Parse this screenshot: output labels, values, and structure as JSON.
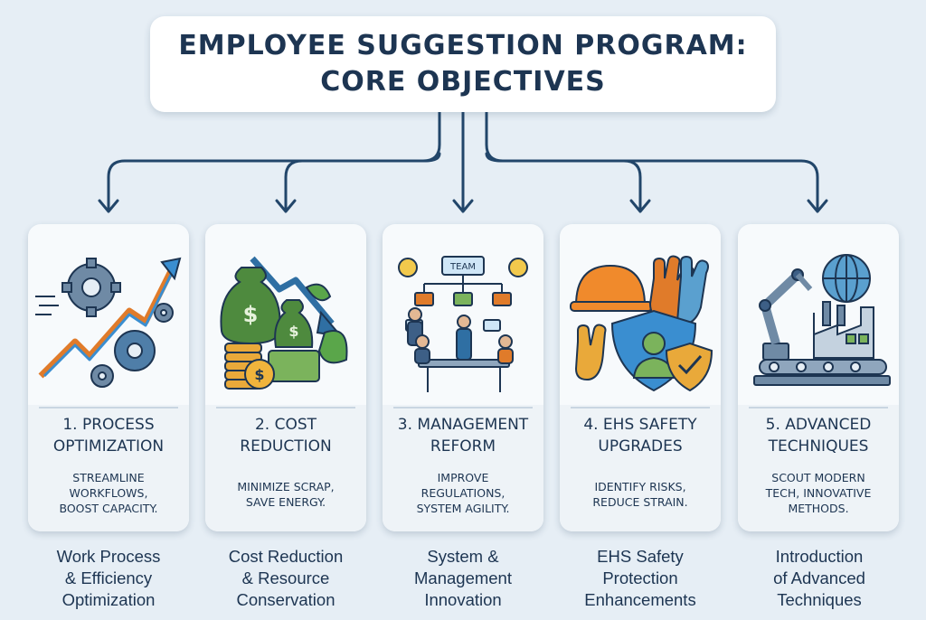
{
  "header": {
    "title_line1": "EMPLOYEE SUGGESTION PROGRAM:",
    "title_line2": "CORE OBJECTIVES"
  },
  "colors": {
    "navy": "#1d3552",
    "green": "#4e8a3e",
    "orange": "#e07b2a",
    "blue": "#2f6fa3",
    "background": "#e6eef5"
  },
  "cards": [
    {
      "title_line1": "1. PROCESS",
      "title_line2": "OPTIMIZATION",
      "desc_line1": "STREAMLINE",
      "desc_line2": "WORKFLOWS,",
      "desc_line3": "BOOST CAPACITY.",
      "caption_line1": "Work Process",
      "caption_line2": "& Efficiency",
      "caption_line3": "Optimization",
      "icon": "gears-growth-arrow-icon"
    },
    {
      "title_line1": "2. COST",
      "title_line2": "REDUCTION",
      "desc_line1": "MINIMIZE SCRAP,",
      "desc_line2": "SAVE ENERGY.",
      "desc_line3": "",
      "caption_line1": "Cost Reduction",
      "caption_line2": "& Resource",
      "caption_line3": "Conservation",
      "icon": "money-bags-leaf-icon"
    },
    {
      "title_line1": "3. MANAGEMENT",
      "title_line2": "REFORM",
      "desc_line1": "IMPROVE",
      "desc_line2": "REGULATIONS,",
      "desc_line3": "SYSTEM AGILITY.",
      "caption_line1": "System &",
      "caption_line2": "Management",
      "caption_line3": "Innovation",
      "icon": "team-meeting-org-chart-icon",
      "illus_label": "TEAM"
    },
    {
      "title_line1": "4. EHS SAFETY",
      "title_line2": "UPGRADES",
      "desc_line1": "IDENTIFY RISKS,",
      "desc_line2": "REDUCE STRAIN.",
      "desc_line3": "",
      "caption_line1": "EHS Safety",
      "caption_line2": "Protection",
      "caption_line3": "Enhancements",
      "icon": "hardhat-gloves-shield-icon"
    },
    {
      "title_line1": "5. ADVANCED",
      "title_line2": "TECHNIQUES",
      "desc_line1": "SCOUT MODERN",
      "desc_line2": "TECH, INNOVATIVE",
      "desc_line3": "METHODS.",
      "caption_line1": "Introduction",
      "caption_line2": "of Advanced",
      "caption_line3": "Techniques",
      "icon": "robot-arm-factory-globe-icon"
    }
  ]
}
